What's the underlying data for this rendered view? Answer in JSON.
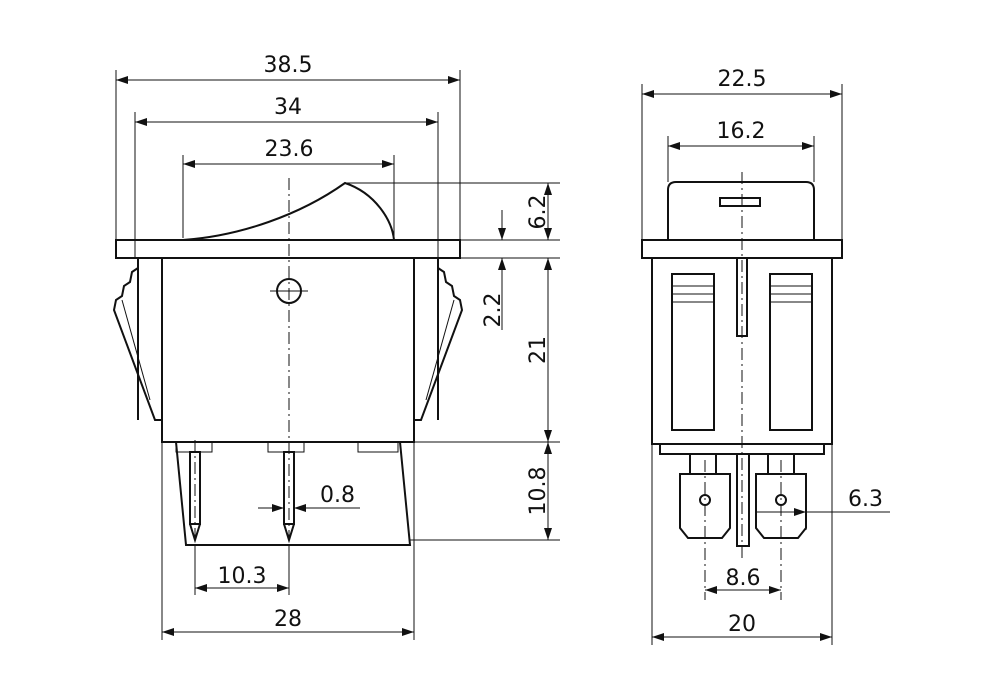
{
  "front_view": {
    "dims": {
      "overall_width": "38.5",
      "frame_width": "34",
      "rocker_width": "23.6",
      "rocker_height": "6.2",
      "flange_thickness": "2.2",
      "body_height": "21",
      "terminal_length": "10.8",
      "terminal_thickness": "0.8",
      "terminal_pitch": "10.3",
      "body_width": "28"
    }
  },
  "side_view": {
    "dims": {
      "overall_width": "22.5",
      "rocker_width": "16.2",
      "terminal_width": "6.3",
      "terminal_spacing": "8.6",
      "body_width": "20"
    }
  }
}
